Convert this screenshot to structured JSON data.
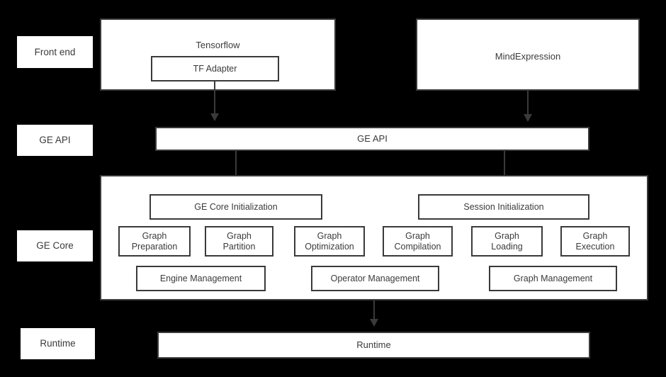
{
  "diagram": {
    "title": "GE (Graph Engine) architecture stack",
    "background_color": "#000000",
    "box_fill": "#ffffff",
    "box_border": "#3a3a3a",
    "text_color": "#3b3b3b"
  },
  "stage_labels": [
    {
      "id": "front-end",
      "label": "Front end"
    },
    {
      "id": "ge-api",
      "label": "GE API"
    },
    {
      "id": "ge-core",
      "label": "GE Core"
    },
    {
      "id": "runtime",
      "label": "Runtime"
    }
  ],
  "front_end": {
    "frameworks": [
      {
        "id": "tensorflow",
        "title": "Tensorflow",
        "inner": {
          "id": "tf-adapter",
          "label": "TF Adapter"
        }
      },
      {
        "id": "mindexpression",
        "title": "MindExpression",
        "inner": null
      }
    ]
  },
  "ge_api": {
    "bar_label": "GE API"
  },
  "ge_core": {
    "init_boxes": [
      {
        "id": "ge-core-initialization",
        "label": "GE Core Initialization"
      },
      {
        "id": "session-initialization",
        "label": "Session Initialization"
      }
    ],
    "pipeline_units": [
      {
        "id": "graph-preparation",
        "label": "Graph\nPreparation"
      },
      {
        "id": "graph-partition",
        "label": "Graph\nPartition"
      },
      {
        "id": "graph-optimization",
        "label": "Graph\nOptimization"
      },
      {
        "id": "graph-compilation",
        "label": "Graph\nCompilation"
      },
      {
        "id": "graph-loading",
        "label": "Graph\nLoading"
      },
      {
        "id": "graph-execution",
        "label": "Graph\nExecution"
      }
    ],
    "management_units": [
      {
        "id": "engine-management",
        "label": "Engine Management"
      },
      {
        "id": "operator-management",
        "label": "Operator Management"
      },
      {
        "id": "graph-management",
        "label": "Graph Management"
      }
    ]
  },
  "runtime": {
    "bar_label": "Runtime"
  },
  "connectors": [
    {
      "id": "tf-adapter-to-ge-api",
      "from": "tf-adapter",
      "to": "ge-api-bar"
    },
    {
      "id": "mindexpression-to-ge-api",
      "from": "mindexpression",
      "to": "ge-api-bar"
    },
    {
      "id": "ge-api-to-ge-core-init",
      "from": "ge-api-bar",
      "to": "ge-core-initialization"
    },
    {
      "id": "ge-api-to-session-init",
      "from": "ge-api-bar",
      "to": "session-initialization"
    },
    {
      "id": "ge-core-to-runtime",
      "from": "ge-core-container",
      "to": "runtime-bar"
    }
  ]
}
